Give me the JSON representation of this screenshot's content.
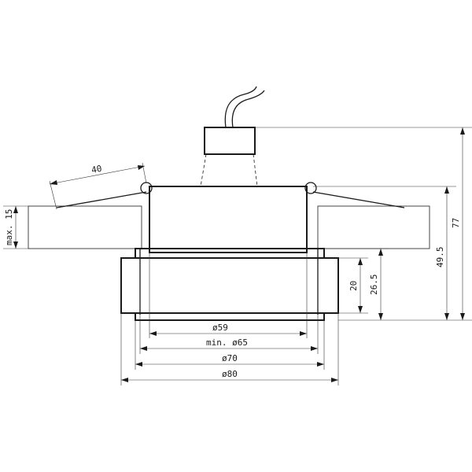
{
  "dimensions": {
    "tilt_angle_length": "40",
    "max_ceiling_thickness": "max. 15",
    "total_height": "77",
    "recessed_height": "49.5",
    "below_ceiling_height": "26.5",
    "ring_height": "20",
    "inner_diameter": "ø59",
    "cutout_diameter": "min. ø65",
    "trim_diameter": "ø70",
    "outer_diameter": "ø80"
  },
  "colors": {
    "line": "#1a1a1a",
    "hatch": "#555555",
    "background": "#ffffff"
  }
}
